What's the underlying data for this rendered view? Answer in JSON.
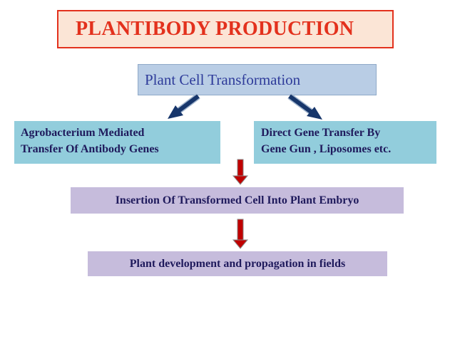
{
  "title": "PLANTIBODY PRODUCTION",
  "root": "Plant Cell Transformation",
  "left_branch": [
    "Agrobacterium Mediated",
    "Transfer Of Antibody Genes"
  ],
  "right_branch": [
    "Direct Gene Transfer By",
    "Gene Gun , Liposomes etc."
  ],
  "step_insertion": "Insertion Of Transformed Cell Into Plant Embryo",
  "step_development": "Plant development and propagation in fields",
  "colors": {
    "title_text": "#e3311d",
    "title_fill": "#fbe5d6",
    "root_fill": "#b9cde5",
    "branch_fill": "#92cddc",
    "step_fill": "#c6bcdc",
    "diagonal_arrow": "#17366b",
    "down_arrow": "#c00000"
  }
}
